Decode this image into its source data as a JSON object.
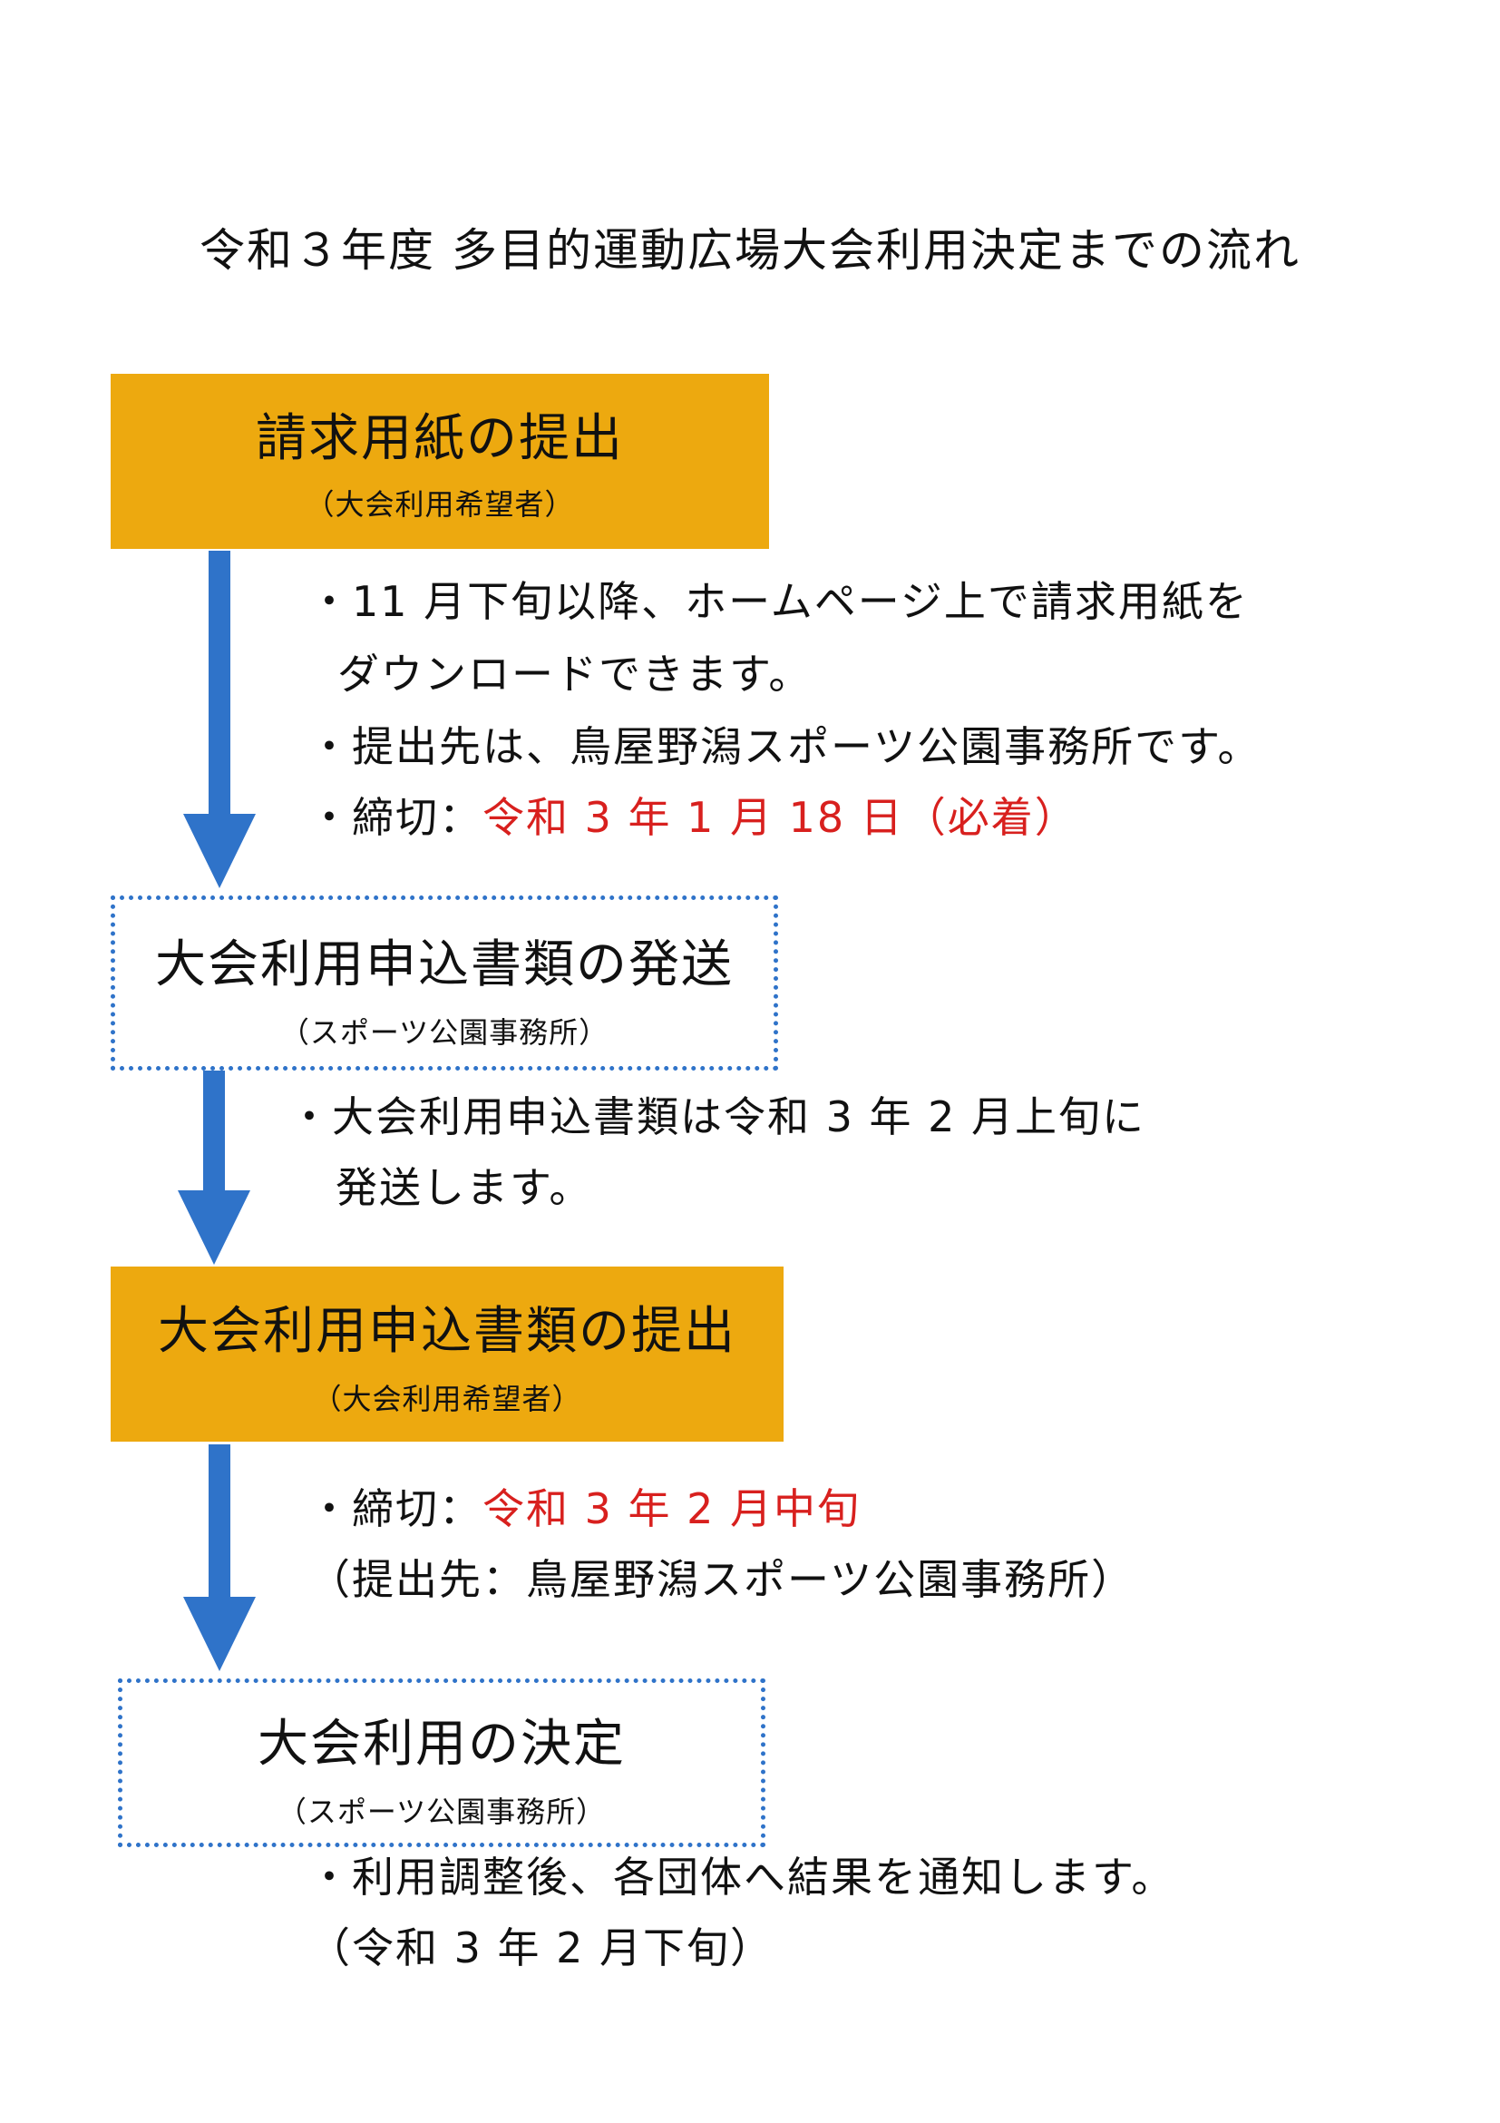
{
  "title": "令和３年度 多目的運動広場大会利用決定までの流れ",
  "steps": [
    {
      "title": "請求用紙の提出",
      "sub": "（大会利用希望者）",
      "style": "solid"
    },
    {
      "title": "大会利用申込書類の発送",
      "sub": "（スポーツ公園事務所）",
      "style": "dotted"
    },
    {
      "title": "大会利用申込書類の提出",
      "sub": "（大会利用希望者）",
      "style": "solid"
    },
    {
      "title": "大会利用の決定",
      "sub": "（スポーツ公園事務所）",
      "style": "dotted"
    }
  ],
  "notes": {
    "step1": {
      "line1": "・11 月下旬以降、ホームページ上で請求用紙を",
      "line2": "ダウンロードできます。",
      "line3": "・提出先は、鳥屋野潟スポーツ公園事務所です。",
      "deadline_label": "・締切：",
      "deadline_value": "令和 3 年 1 月 18 日（必着）"
    },
    "step2": {
      "line1": "・大会利用申込書類は令和 3 年 2 月上旬に",
      "line2": "発送します。"
    },
    "step3": {
      "deadline_label": "・締切：",
      "deadline_value": "令和 3 年 2 月中旬",
      "line2": "（提出先：鳥屋野潟スポーツ公園事務所）"
    },
    "step4": {
      "line1": "・利用調整後、各団体へ結果を通知します。",
      "line2": "（令和 3 年 2 月下旬）"
    }
  },
  "colors": {
    "orange_box": "#eda90f",
    "arrow_blue": "#2f73c9",
    "highlight_red": "#d8201e"
  }
}
